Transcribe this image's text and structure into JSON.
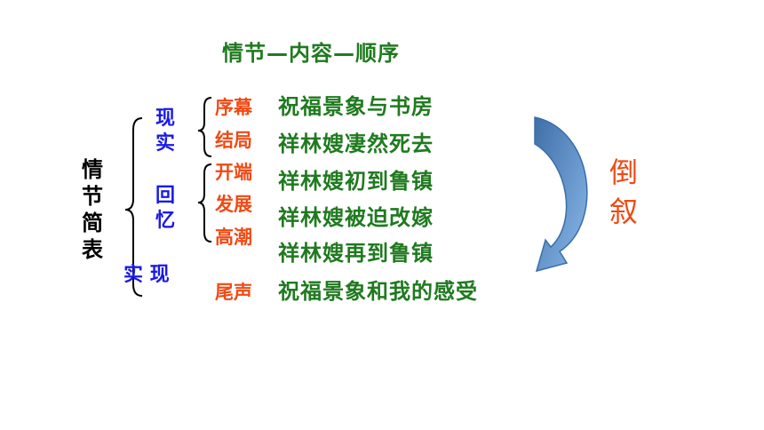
{
  "title": "情节—内容—顺序",
  "vertical_label": "情节简表",
  "categories": {
    "reality_1": "现实",
    "recall": "回忆",
    "reality_2": "实 现"
  },
  "rows": [
    {
      "phase": "序幕",
      "content": "祝福景象与书房"
    },
    {
      "phase": "结局",
      "content": "祥林嫂凄然死去"
    },
    {
      "phase": "开端",
      "content": "祥林嫂初到鲁镇"
    },
    {
      "phase": "发展",
      "content": "祥林嫂被迫改嫁"
    },
    {
      "phase": "高潮",
      "content": "祥林嫂再到鲁镇"
    },
    {
      "phase": "尾声",
      "content": "祝福景象和我的感受"
    }
  ],
  "flashback_label": "倒叙",
  "colors": {
    "green": "#1f7a1f",
    "red": "#f04a14",
    "blue": "#1a1ae6",
    "arrow_fill": "#6a9fd8",
    "arrow_stroke": "#3a6ea8"
  },
  "icons": {
    "braces": "curly-brace",
    "arrow": "curved-arrow-down"
  }
}
